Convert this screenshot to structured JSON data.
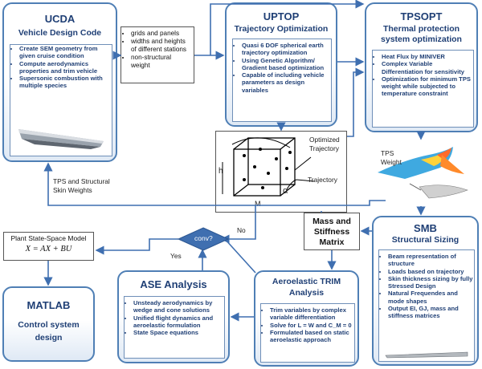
{
  "ucda": {
    "title": "UCDA",
    "subtitle": "Vehicle Design Code",
    "items": [
      "Create SEM geometry from given cruise condition",
      "Compute aerodynamics properties and trim vehicle",
      "Supersonic combustion with multiple species"
    ]
  },
  "grids": {
    "items": [
      "grids and panels",
      "widths and heights of different stations",
      "non-structural weight"
    ]
  },
  "uptop": {
    "title": "UPTOP",
    "subtitle": "Trajectory Optimization",
    "items": [
      "Quasi 6 DOF spherical earth trajectory optimization",
      "Using Genetic Algorithm/ Gradient based optimization",
      "Capable of including vehicle parameters as design variables"
    ]
  },
  "tpsopt": {
    "title": "TPSOPT",
    "subtitle1": "Thermal protection",
    "subtitle2": "system optimization",
    "items": [
      "Heat Flux by MINIVER",
      "Complex Variable Differentiation for sensitivity",
      "Optimization for minimum TPS weight while subjected to temperature constraint"
    ]
  },
  "trajectory_box": {
    "optimized1": "Optimized",
    "optimized2": "Trajectory",
    "trajectory": "Trajectory",
    "h": "h",
    "m": "M",
    "alpha": "α"
  },
  "tps_weight": {
    "line1": "TPS",
    "line2": "Weight"
  },
  "feedback": {
    "line1": "TPS and Structural",
    "line2": "Skin Weights"
  },
  "mass_matrix": {
    "line1": "Mass and",
    "line2": "Stiffness",
    "line3": "Matrix"
  },
  "smb": {
    "title": "SMB",
    "subtitle": "Structural Sizing",
    "items": [
      "Beam representation of structure",
      "Loads based on trajectory",
      "Skin thickness sizing by fully Stressed Design",
      "Natural Frequendes and mode shapes",
      "Output EI, GJ, mass and stiffness matrices"
    ]
  },
  "trim": {
    "title1": "Aeroelastic TRIM",
    "title2": "Analysis",
    "items": [
      "Trim variables by complex variable differentiation",
      "Solve for L = W and C_M = 0",
      "Formulated based on static aeroelastic approach"
    ]
  },
  "ase": {
    "title": "ASE Analysis",
    "items": [
      "Unsteady aerodynamics by wedge and cone solutions",
      "Unified flight dynamics and aeroelastic formulation",
      "State Space equations"
    ]
  },
  "decision": {
    "label": "conv?",
    "no": "No",
    "yes": "Yes"
  },
  "plant": {
    "title": "Plant State-Space Model",
    "equation": "X = AX + BU"
  },
  "matlab": {
    "title": "MATLAB",
    "subtitle1": "Control system",
    "subtitle2": "design"
  },
  "colors": {
    "panel_border": "#4f7fb5",
    "title_text": "#1f3f75",
    "diamond": "#3f6fb0",
    "arrow": "#3f6fb0"
  }
}
